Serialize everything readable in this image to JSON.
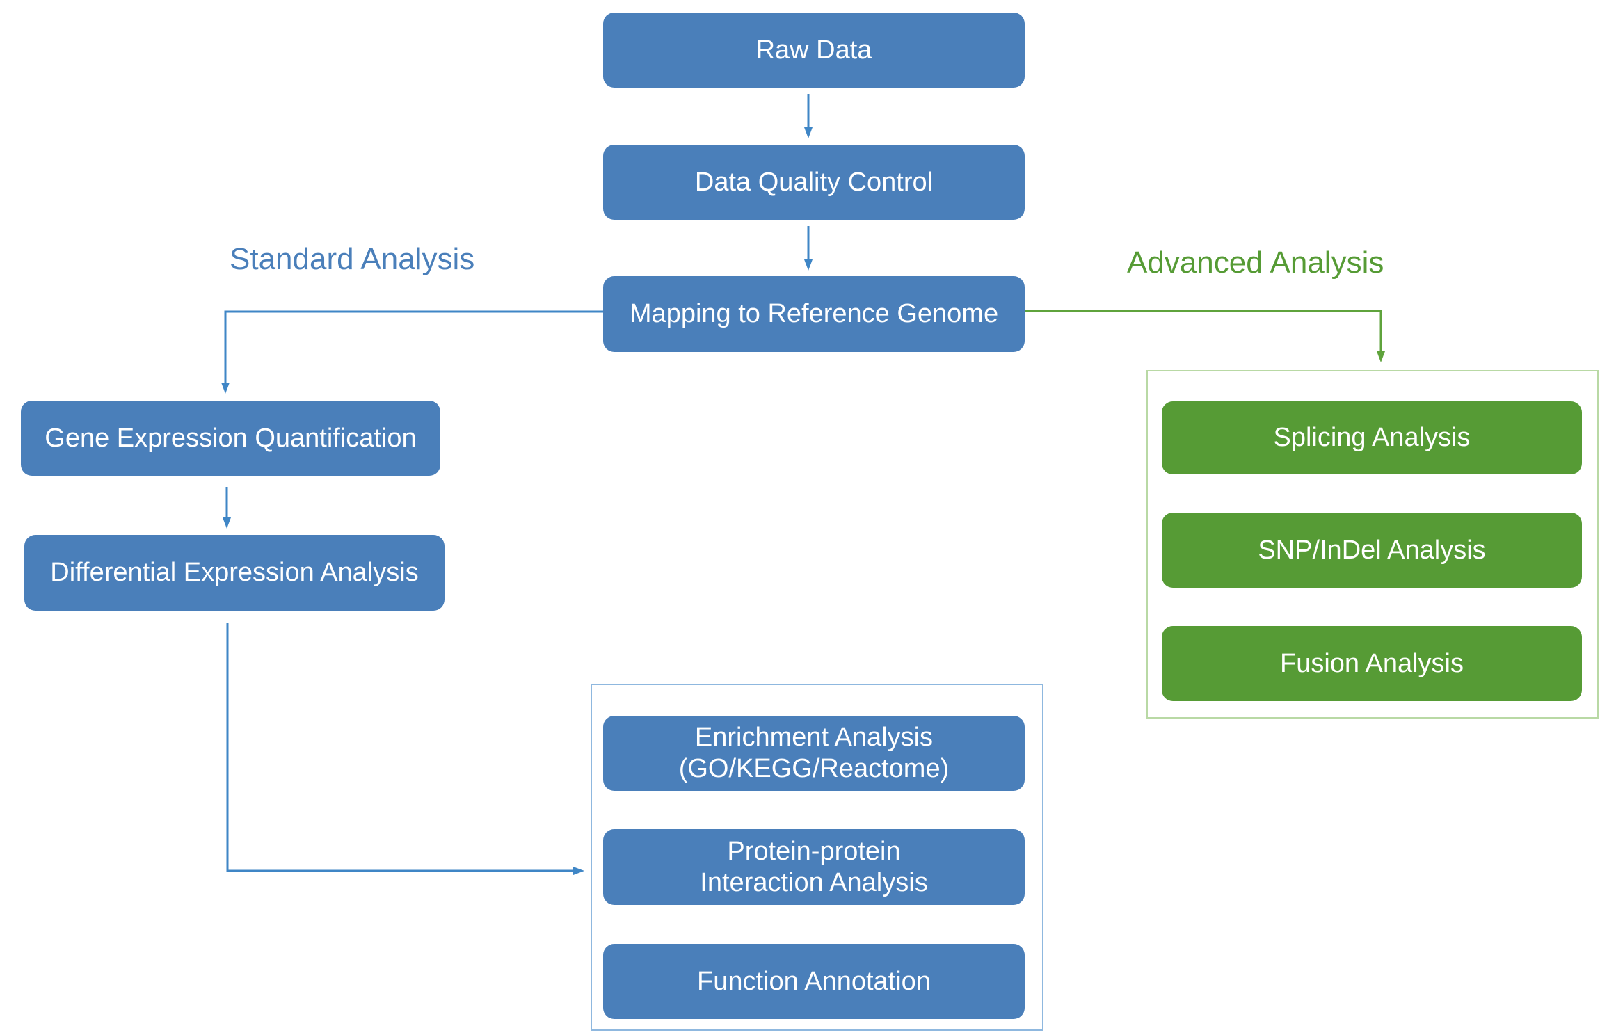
{
  "headings": {
    "standard": "Standard Analysis",
    "advanced": "Advanced Analysis"
  },
  "nodes": {
    "raw_data": "Raw Data",
    "data_quality_control": "Data Quality Control",
    "mapping": "Mapping to Reference Genome",
    "gene_expression": "Gene Expression Quantification",
    "differential_expression": "Differential Expression Analysis",
    "enrichment": "Enrichment Analysis\n(GO/KEGG/Reactome)",
    "ppi": "Protein-protein\nInteraction Analysis",
    "function_annotation": "Function Annotation",
    "splicing": "Splicing Analysis",
    "snp_indel": "SNP/InDel Analysis",
    "fusion": "Fusion Analysis"
  },
  "colors": {
    "standard": "#4a7fba",
    "advanced": "#569b35",
    "standard_connector": "#3f86c6",
    "advanced_connector": "#5fa33c",
    "standard_group_border": "#8fb8df",
    "advanced_group_border": "#b9d9a5"
  }
}
